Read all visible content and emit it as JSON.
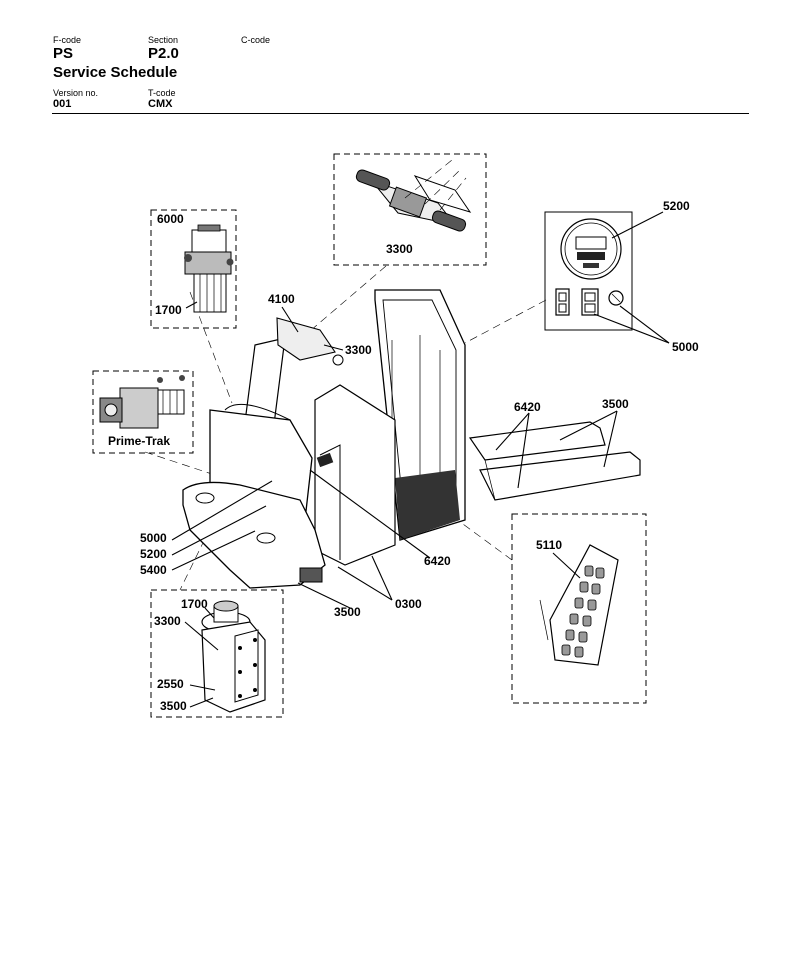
{
  "header": {
    "fcode_label": "F-code",
    "fcode_value": "PS",
    "section_label": "Section",
    "section_value": "P2.0",
    "ccode_label": "C-code",
    "title": "Service Schedule",
    "version_label": "Version no.",
    "version_value": "001",
    "tcode_label": "T-code",
    "tcode_value": "CMX"
  },
  "callouts": {
    "pump_top": "6000",
    "pump_bottom": "1700",
    "handle_box": "3300",
    "display_top": "5200",
    "display_bottom": "5000",
    "tiller_arm": "4100",
    "tiller_head": "3300",
    "drive_motor": "Prime-Trak",
    "forks_left": "6420",
    "forks_right": "3500",
    "body_a": "5000",
    "body_b": "5200",
    "body_c": "5400",
    "center_panel": "6420",
    "wheel_box_top": "1700",
    "wheel_box_mid": "3300",
    "wheel_box_a": "2550",
    "wheel_box_b": "3500",
    "base_left": "3500",
    "base_right": "0300",
    "roller_box": "5110"
  }
}
